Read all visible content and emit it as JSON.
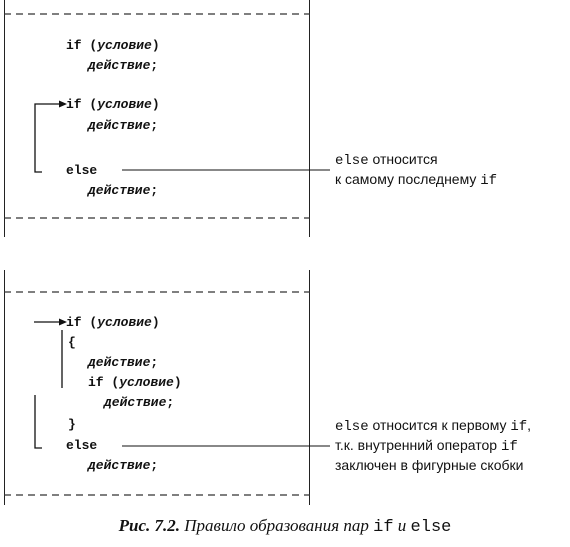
{
  "top_panel": {
    "lines": [
      {
        "kw": "if",
        "rest": "(",
        "cond": "условие",
        "close": ")"
      },
      {
        "action": "действие",
        "semi": ";"
      },
      {
        "kw": "if",
        "rest": "(",
        "cond": "условие",
        "close": ")"
      },
      {
        "action": "действие",
        "semi": ";"
      },
      {
        "kw": "else"
      },
      {
        "action": "действие",
        "semi": ";"
      }
    ],
    "note_line1_code": "else",
    "note_line1_text": " относится",
    "note_line2_text": "к самому последнему ",
    "note_line2_code": "if"
  },
  "bottom_panel": {
    "lines": [
      {
        "kw": "if",
        "rest": "(",
        "cond": "условие",
        "close": ")"
      },
      {
        "brace": "{"
      },
      {
        "action": "действие",
        "semi": ";"
      },
      {
        "kw": "if",
        "rest": "(",
        "cond": "условие",
        "close": ")"
      },
      {
        "action": "действие",
        "semi": ";"
      },
      {
        "brace": "}"
      },
      {
        "kw": "else"
      },
      {
        "action": "действие",
        "semi": ";"
      }
    ],
    "note_line1_code": "else",
    "note_line1_text": " относится к первому ",
    "note_line1_code2": "if",
    "note_line1_tail": ",",
    "note_line2_text": "т.к. внутренний оператор ",
    "note_line2_code": "if",
    "note_line3_text": "заключен в фигурные скобки"
  },
  "caption": {
    "label": "Рис. 7.2.",
    "text": " Правило образования пар ",
    "code1": "if",
    "conj": " и ",
    "code2": "else"
  }
}
